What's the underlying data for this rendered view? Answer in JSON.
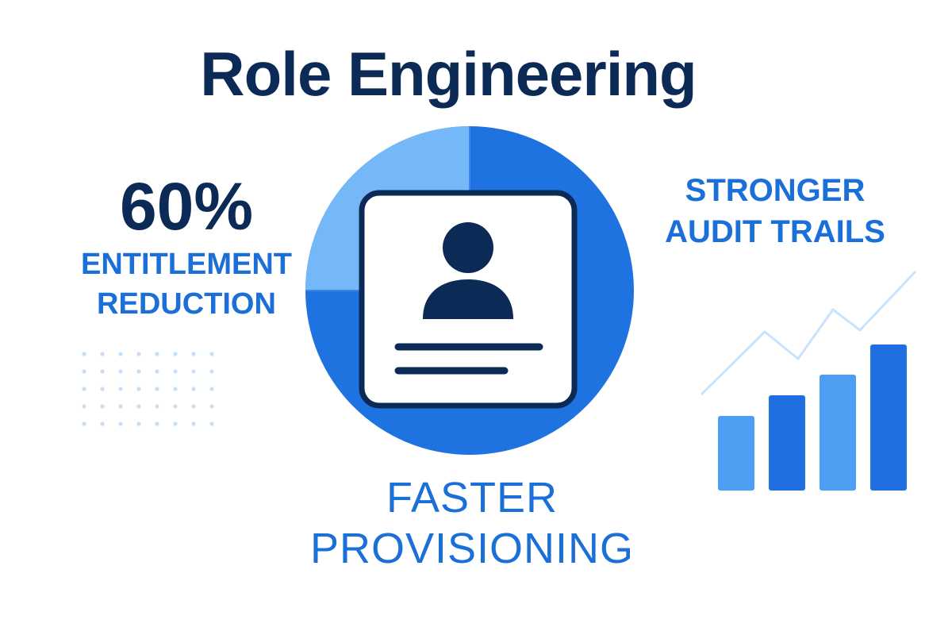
{
  "title": "Role Engineering",
  "stat": {
    "value": "60%",
    "label_line1": "ENTITLEMENT",
    "label_line2": "REDUCTION"
  },
  "audit": {
    "line1": "STRONGER",
    "line2": "AUDIT TRAILS"
  },
  "provisioning": {
    "line1": "FASTER",
    "line2": "PROVISIONING"
  },
  "pie": {
    "light_fraction": 0.25,
    "dark_fraction": 0.75
  },
  "bars": {
    "values": [
      0.47,
      0.6,
      0.73,
      0.92
    ]
  },
  "icons": {
    "center": "user-profile-card-icon",
    "chart": "bar-chart-trend-icon",
    "dots": "dot-grid-decoration"
  },
  "colors": {
    "navy": "#0b2a55",
    "blue": "#1a6fd8",
    "pie_dark": "#1f73e0",
    "pie_light": "#74b8f7",
    "bar_light": "#4d9ef3",
    "bar_dark": "#1f6fe0",
    "trend_line": "#cbe2fb",
    "dots": "#c7dff7"
  }
}
